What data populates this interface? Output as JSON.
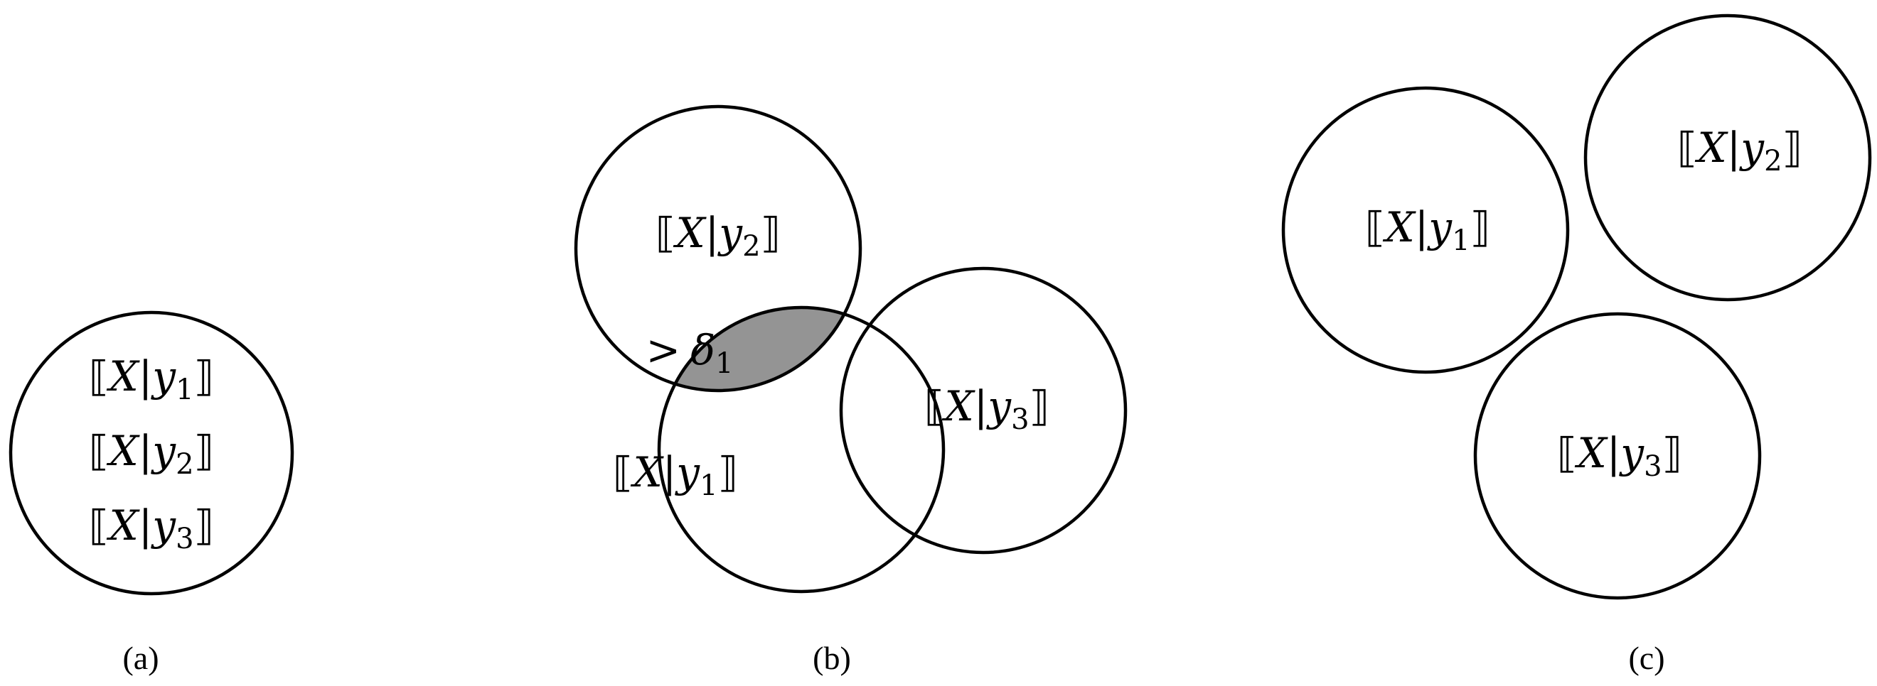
{
  "panels": [
    {
      "id": "a",
      "caption": "(a)",
      "circles": [
        {
          "labels": [
            {
              "left": "⟦",
              "var": "X",
              "bar": "|",
              "y": "y",
              "sub": "1",
              "right": "⟧"
            },
            {
              "left": "⟦",
              "var": "X",
              "bar": "|",
              "y": "y",
              "sub": "2",
              "right": "⟧"
            },
            {
              "left": "⟦",
              "var": "X",
              "bar": "|",
              "y": "y",
              "sub": "3",
              "right": "⟧"
            }
          ]
        }
      ]
    },
    {
      "id": "b",
      "caption": "(b)",
      "circles": [
        {
          "label": {
            "left": "⟦",
            "var": "X",
            "bar": "|",
            "y": "y",
            "sub": "2",
            "right": "⟧"
          }
        },
        {
          "label": {
            "left": "⟦",
            "var": "X",
            "bar": "|",
            "y": "y",
            "sub": "1",
            "right": "⟧"
          }
        },
        {
          "label": {
            "left": "⟦",
            "var": "X",
            "bar": "|",
            "y": "y",
            "sub": "3",
            "right": "⟧"
          }
        }
      ],
      "overlap": {
        "op": ">",
        "sym": "δ",
        "sub": "1"
      }
    },
    {
      "id": "c",
      "caption": "(c)",
      "circles": [
        {
          "label": {
            "left": "⟦",
            "var": "X",
            "bar": "|",
            "y": "y",
            "sub": "1",
            "right": "⟧"
          }
        },
        {
          "label": {
            "left": "⟦",
            "var": "X",
            "bar": "|",
            "y": "y",
            "sub": "2",
            "right": "⟧"
          }
        },
        {
          "label": {
            "left": "⟦",
            "var": "X",
            "bar": "|",
            "y": "y",
            "sub": "3",
            "right": "⟧"
          }
        }
      ]
    }
  ],
  "colors": {
    "stroke": "#000000",
    "overlap_fill": "#949494",
    "background": "#ffffff"
  }
}
